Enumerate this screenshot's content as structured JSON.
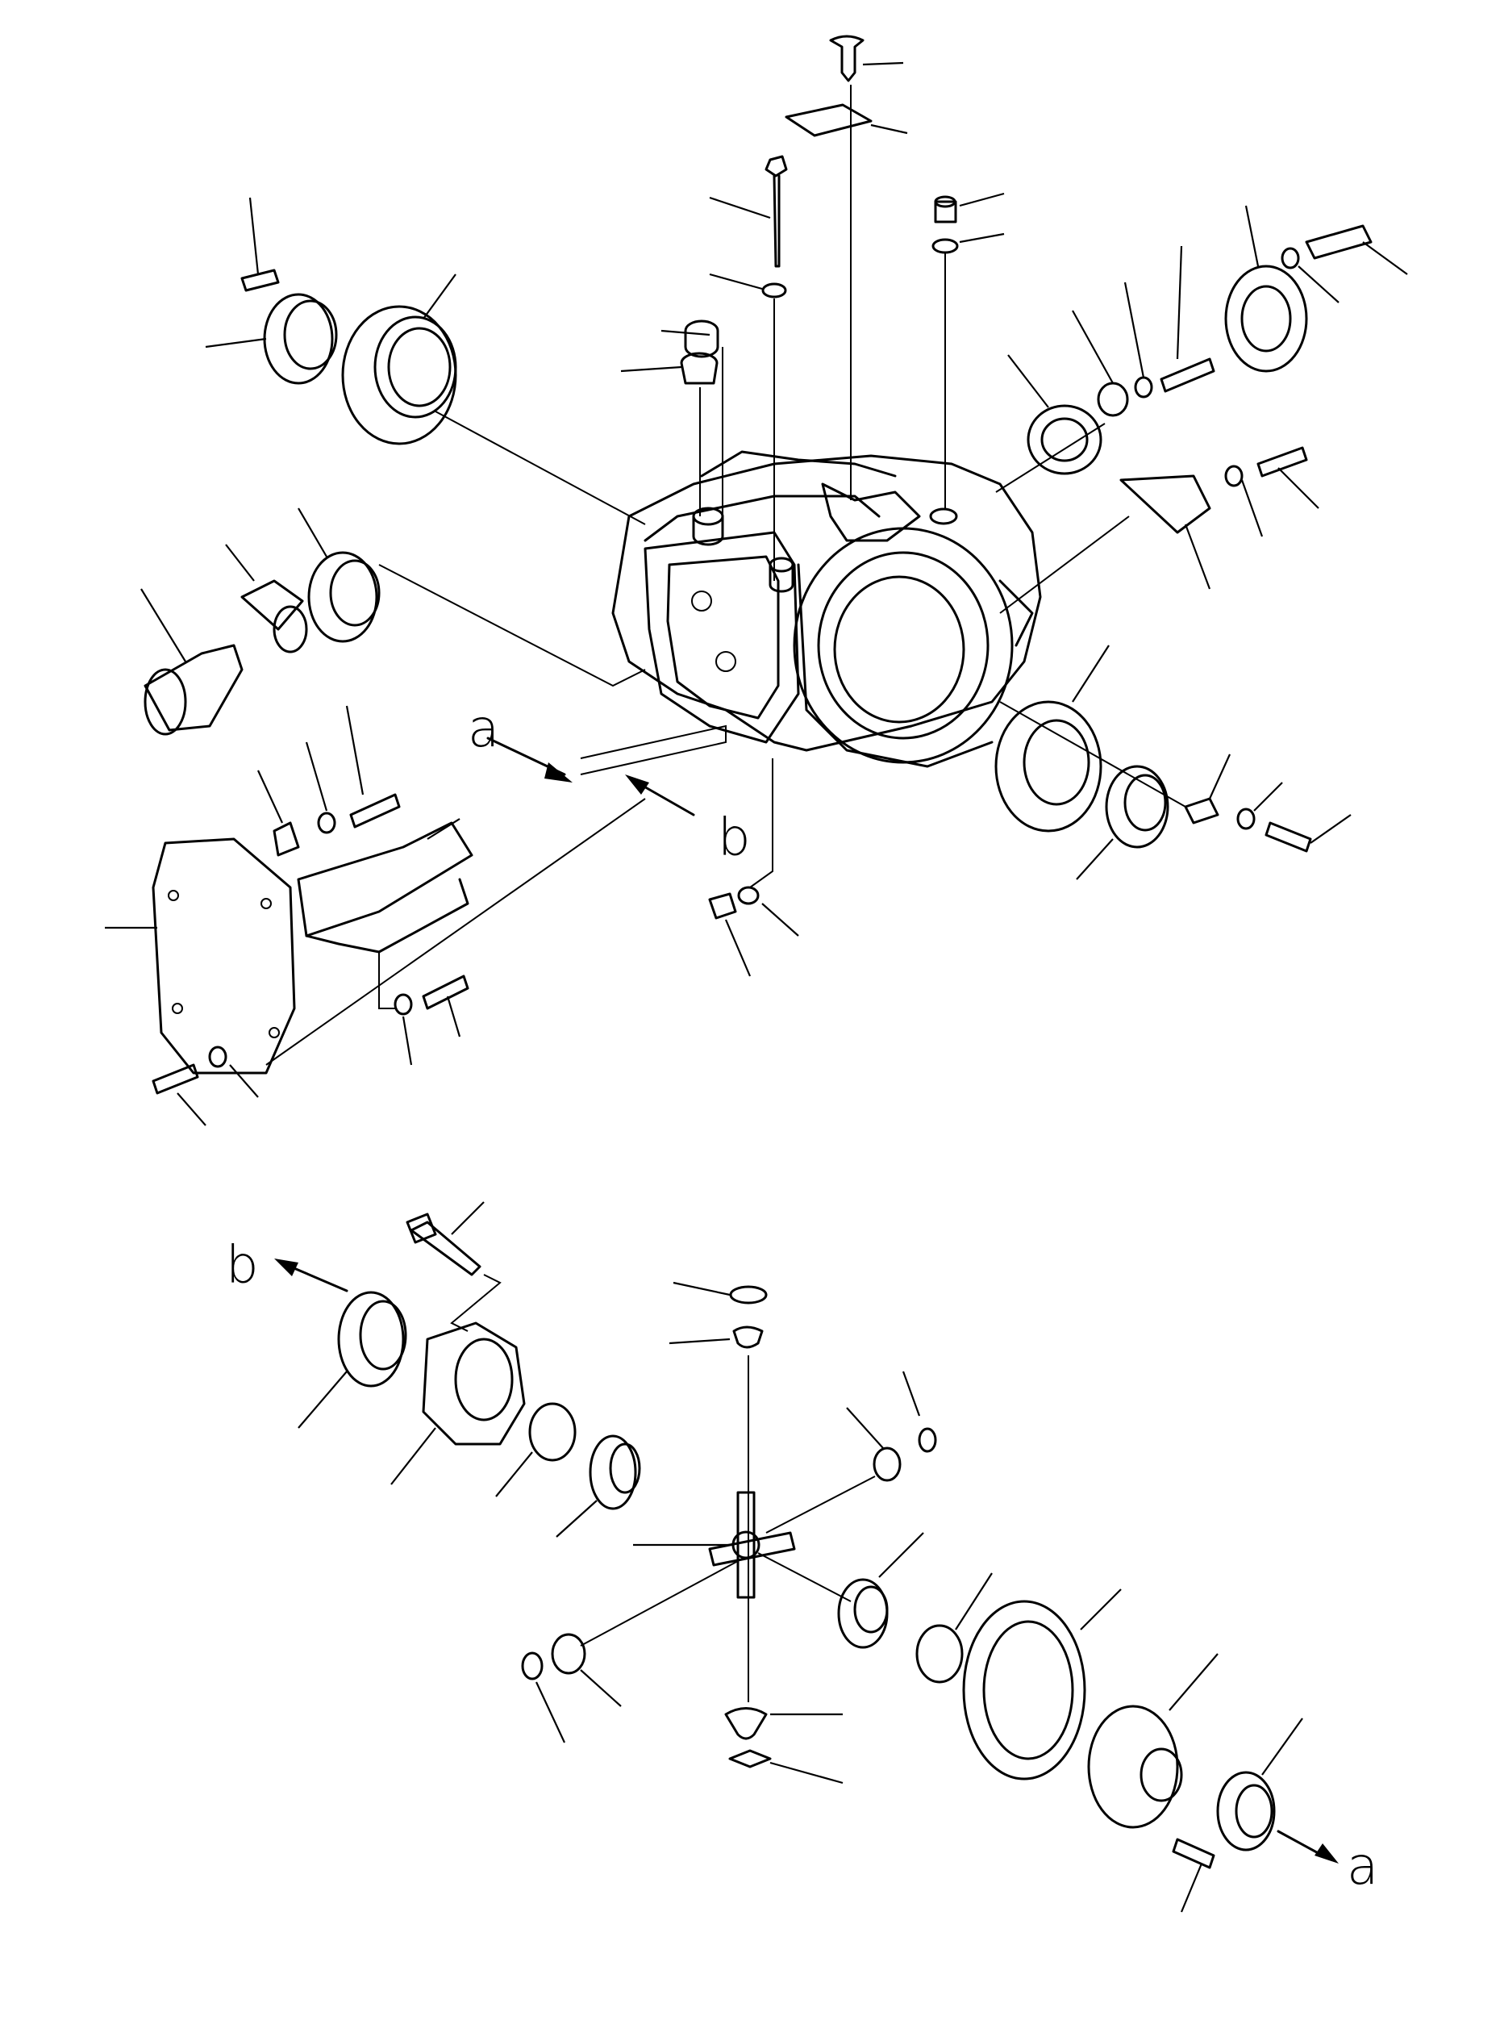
{
  "diagram": {
    "colors": {
      "ink": "#000000",
      "paper": "#ffffff"
    },
    "view_letters": [
      "a",
      "b"
    ],
    "callouts": {
      "housing_a": "a",
      "housing_b": "b",
      "diff_b": "b",
      "diff_a": "a"
    }
  }
}
